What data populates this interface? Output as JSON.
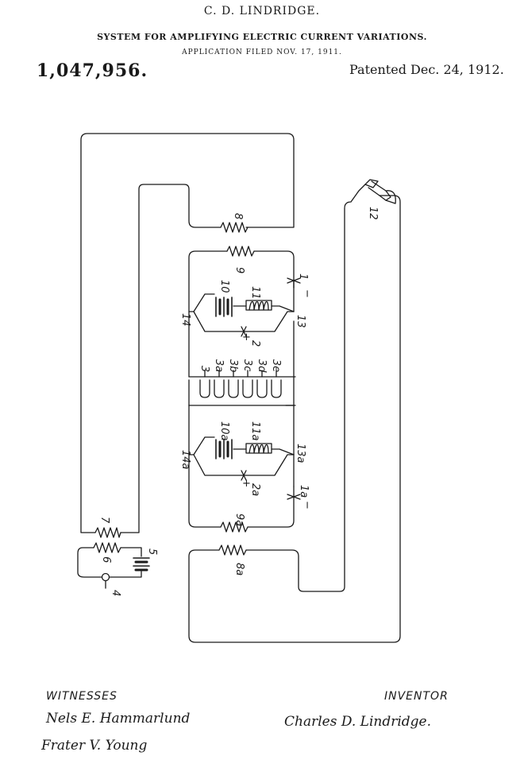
{
  "header": {
    "inventor": "C. D. LINDRIDGE.",
    "title": "SYSTEM FOR AMPLIFYING ELECTRIC CURRENT VARIATIONS.",
    "application": "APPLICATION FILED NOV. 17, 1911.",
    "patent_number": "1,047,956.",
    "patented_date": "Patented Dec. 24, 1912."
  },
  "diagram": {
    "labels": {
      "n1": "1",
      "n1a": "1a",
      "n2": "2",
      "n2a": "2a",
      "n3": "3",
      "n3a": "3a",
      "n3b": "3b",
      "n3c": "3c",
      "n3d": "3d",
      "n3e": "3e",
      "n4": "4",
      "n5": "5",
      "n6": "6",
      "n7": "7",
      "n8": "8",
      "n8a": "8a",
      "n9": "9",
      "n9a": "9a",
      "n10": "10",
      "n10a": "10a",
      "n11": "11",
      "n11a": "11a",
      "n12": "12",
      "n13": "13",
      "n13a": "13a",
      "n14": "14",
      "n14a": "14a"
    },
    "signs": {
      "minus": "−",
      "plus": "+"
    }
  },
  "footer": {
    "witnesses_label": "WITNESSES",
    "inventor_label": "INVENTOR",
    "witness_1": "Nels E. Hammarlund",
    "witness_2": "Frater V. Young",
    "inventor_signature": "Charles D. Lindridge."
  }
}
